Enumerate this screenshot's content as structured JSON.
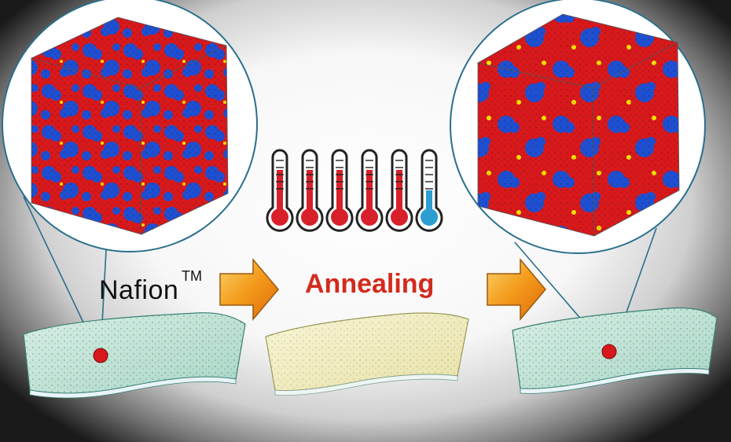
{
  "labels": {
    "material": "Nafion",
    "material_mark": "TM",
    "process": "Annealing"
  },
  "thermometers": [
    {
      "state": "hot"
    },
    {
      "state": "hot"
    },
    {
      "state": "hot"
    },
    {
      "state": "hot"
    },
    {
      "state": "hot"
    },
    {
      "state": "cold"
    }
  ],
  "colors": {
    "domain_red": "#d7191c",
    "domain_blue": "#1f4fd1",
    "particle_yellow": "#f2e400",
    "hot": "#d8202a",
    "cold": "#2c9ed2",
    "annealing_text": "#d42a1c",
    "membrane_green": "#bfe3d6",
    "membrane_yellow": "#f2eec0",
    "arrow": "#f39a1a"
  },
  "icons": {
    "arrow": "block-arrow-icon",
    "thermometer": "thermometer-icon"
  }
}
